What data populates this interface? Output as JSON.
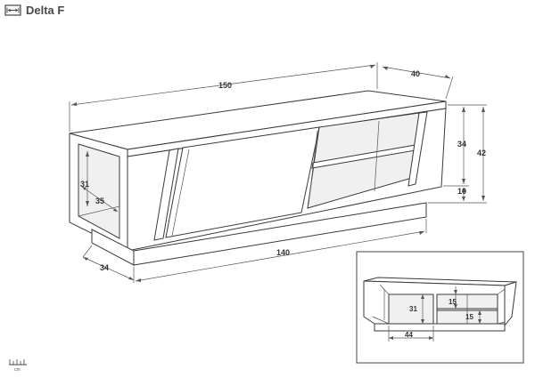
{
  "header": {
    "title": "Delta F",
    "icon": "width-arrows-icon"
  },
  "main_view": {
    "dimensions": {
      "width": "150",
      "depth": "40",
      "height": "42",
      "body_height": "34",
      "plinth_height": "10",
      "side_opening_height": "31",
      "side_opening_depth": "35",
      "base_depth": "34",
      "base_width": "140"
    }
  },
  "inset_view": {
    "dimensions": {
      "compartment_height": "31",
      "compartment_width": "44",
      "shelf_top": "15",
      "shelf_bottom": "15"
    }
  },
  "footer": {
    "unit_label": "cm",
    "icon": "ruler-icon"
  },
  "colors": {
    "line": "#3a3a3a",
    "title": "#4a4a4a"
  }
}
